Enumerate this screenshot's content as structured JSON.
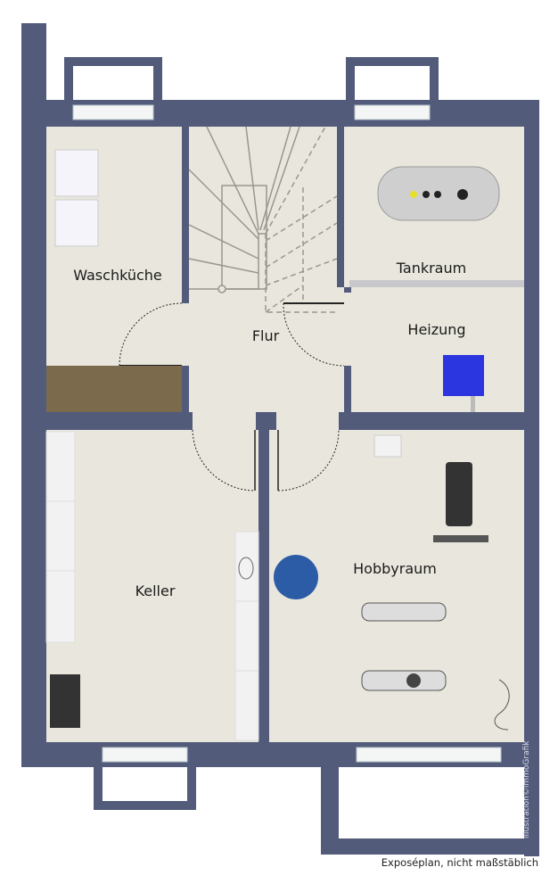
{
  "plan": {
    "rooms": {
      "waschkueche": "Waschküche",
      "flur": "Flur",
      "tankraum": "Tankraum",
      "heizung": "Heizung",
      "keller": "Keller",
      "hobbyraum": "Hobbyraum"
    },
    "caption": "Exposéplan, nicht maßstäblich",
    "watermark": "illustration©immoGrafik"
  },
  "colors": {
    "wall": "#535b7b",
    "floor": "#e9e7dd",
    "heater": "#2b36e0",
    "wood": "#7b6a4c"
  }
}
